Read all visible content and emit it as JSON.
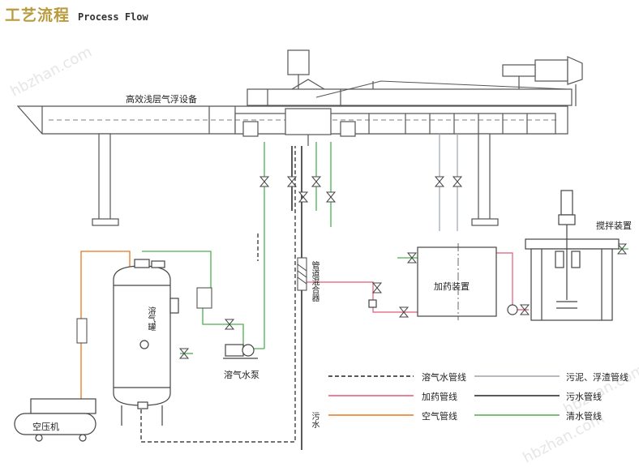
{
  "header": {
    "title_cn": "工艺流程",
    "title_en": "Process Flow"
  },
  "watermarks": [
    "hbzhan.com",
    "hbzhan.com",
    "hbzhan.com"
  ],
  "labels": {
    "equipment": "高效浅层气浮设备",
    "mixer": "搅拌装置",
    "dosing": "加药装置",
    "pump": "溶气水泵",
    "compressor": "空压机",
    "tank": "溶气罐",
    "pipe_mixer": "管道混合器",
    "sewage": "污水"
  },
  "legend": {
    "items": [
      {
        "label": "溶气水管线",
        "style": "dashed",
        "color": "#222222"
      },
      {
        "label": "污泥、浮渣管线",
        "style": "solid",
        "color": "#9aa3ad"
      },
      {
        "label": "加药管线",
        "style": "solid",
        "color": "#e05a7a"
      },
      {
        "label": "污水管线",
        "style": "solid",
        "color": "#222222"
      },
      {
        "label": "空气管线",
        "style": "solid",
        "color": "#e8761e"
      },
      {
        "label": "清水管线",
        "style": "solid",
        "color": "#4caf50"
      }
    ]
  },
  "colors": {
    "line": "#555555",
    "clean_water": "#4caf50",
    "chemical": "#e05a7a",
    "air": "#e8761e",
    "sludge": "#9aa3ad",
    "title": "#b99a3c"
  }
}
